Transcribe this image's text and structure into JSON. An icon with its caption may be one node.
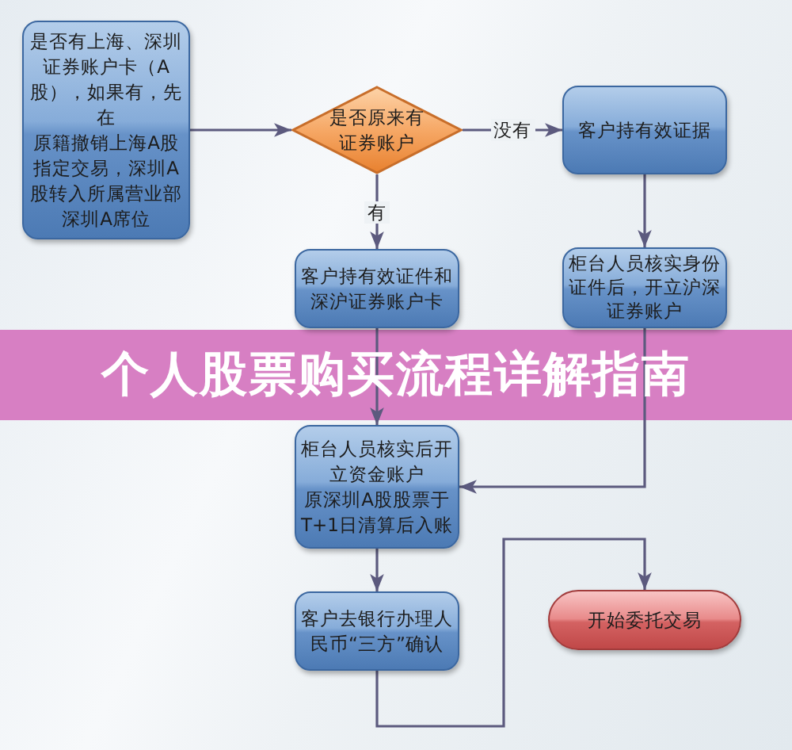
{
  "diagram": {
    "title": "个人股票购买流程详解指南",
    "nodes": [
      {
        "text": [
          "是否有上海、深圳证券账户卡（A股），如果有，先在",
          "原籍撤销上海A股指定交易，深圳A股转入所属营业部深圳A席位"
        ]
      },
      {
        "text": [
          "是否原来有证券账户"
        ]
      },
      {
        "text": [
          "客户持有效证据"
        ]
      },
      {
        "text": [
          "客户持有效证件和深沪证券账户卡"
        ]
      },
      {
        "text": [
          "柜台人员核实身份证件后，开立沪深证券账户"
        ]
      },
      {
        "text": [
          "柜台人员核实后开立资金账户",
          "原深圳A股股票于T+1日清算后入账"
        ]
      },
      {
        "text": [
          "客户去银行办理人民币“三方”确认"
        ]
      },
      {
        "text": [
          "开始委托交易"
        ]
      }
    ],
    "edges": [
      {
        "from": 0,
        "to": 1,
        "arrow": "to"
      },
      {
        "from": 1,
        "to": 2,
        "arrow": "to",
        "label": "没有"
      },
      {
        "from": 1,
        "to": 3,
        "arrow": "to",
        "label": "有"
      },
      {
        "from": 2,
        "to": 4,
        "arrow": "to"
      },
      {
        "from": 3,
        "to": 5,
        "arrow": "to"
      },
      {
        "from": 4,
        "to": 5,
        "arrow": "to"
      },
      {
        "from": 5,
        "to": 6,
        "arrow": "to"
      },
      {
        "from": 6,
        "to": 7,
        "arrow": "to"
      }
    ]
  }
}
